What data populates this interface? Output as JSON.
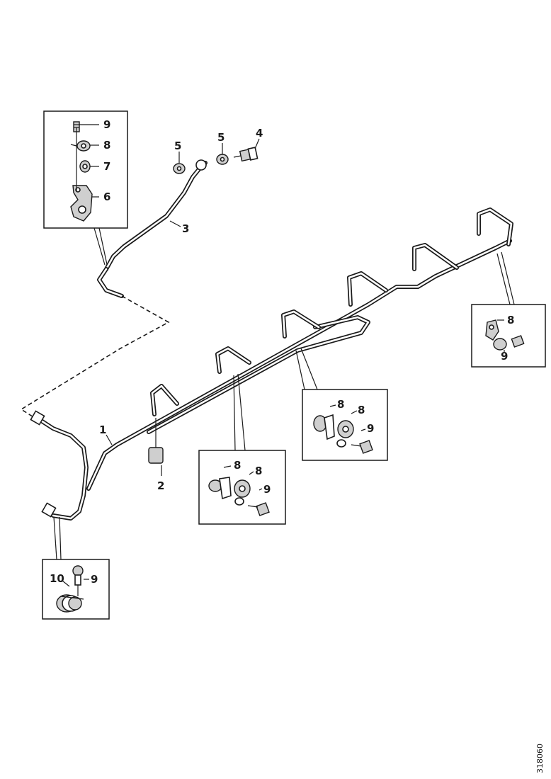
{
  "diagram": {
    "reference_code": "318060",
    "callouts": {
      "hose_main": "1",
      "end_fitting": "2",
      "pipe_upper": "3",
      "connector": "4",
      "washer_a": "5",
      "washer_b": "5",
      "bracket_a": "6",
      "spacer_a": "7",
      "clip_a": "8",
      "screw_a": "9",
      "clip_b1": "8",
      "screw_b": "9",
      "clip_c1": "8",
      "clip_c2": "8",
      "screw_c": "9",
      "clip_d1": "8",
      "clip_d2": "8",
      "screw_d": "9",
      "clamp_e": "10",
      "screw_e": "9"
    }
  }
}
